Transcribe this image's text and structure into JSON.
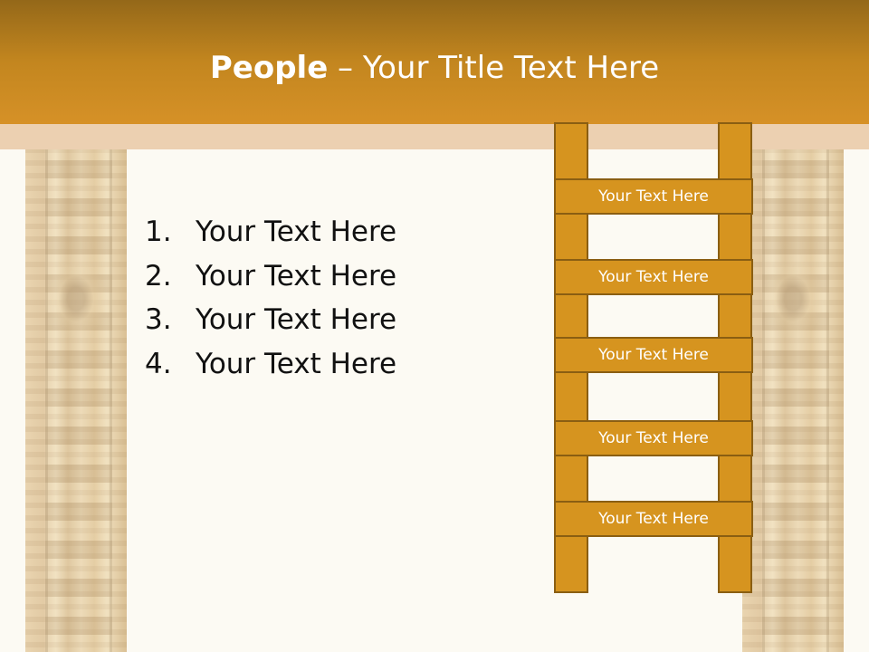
{
  "slide": {
    "title_bold": "People",
    "title_rest": " – Your Title Text Here",
    "list": [
      {
        "number": "1.",
        "text": "Your Text Here"
      },
      {
        "number": "2.",
        "text": "Your Text Here"
      },
      {
        "number": "3.",
        "text": "Your Text Here"
      },
      {
        "number": "4.",
        "text": "Your Text Here"
      }
    ],
    "ladder_rungs": [
      "Your Text Here",
      "Your Text Here",
      "Your Text Here",
      "Your Text Here",
      "Your Text Here"
    ]
  },
  "colors": {
    "header": "#c3861f",
    "ladder": "#d6941f",
    "ladder_border": "#8a5e12",
    "background": "#fcfaf3"
  }
}
